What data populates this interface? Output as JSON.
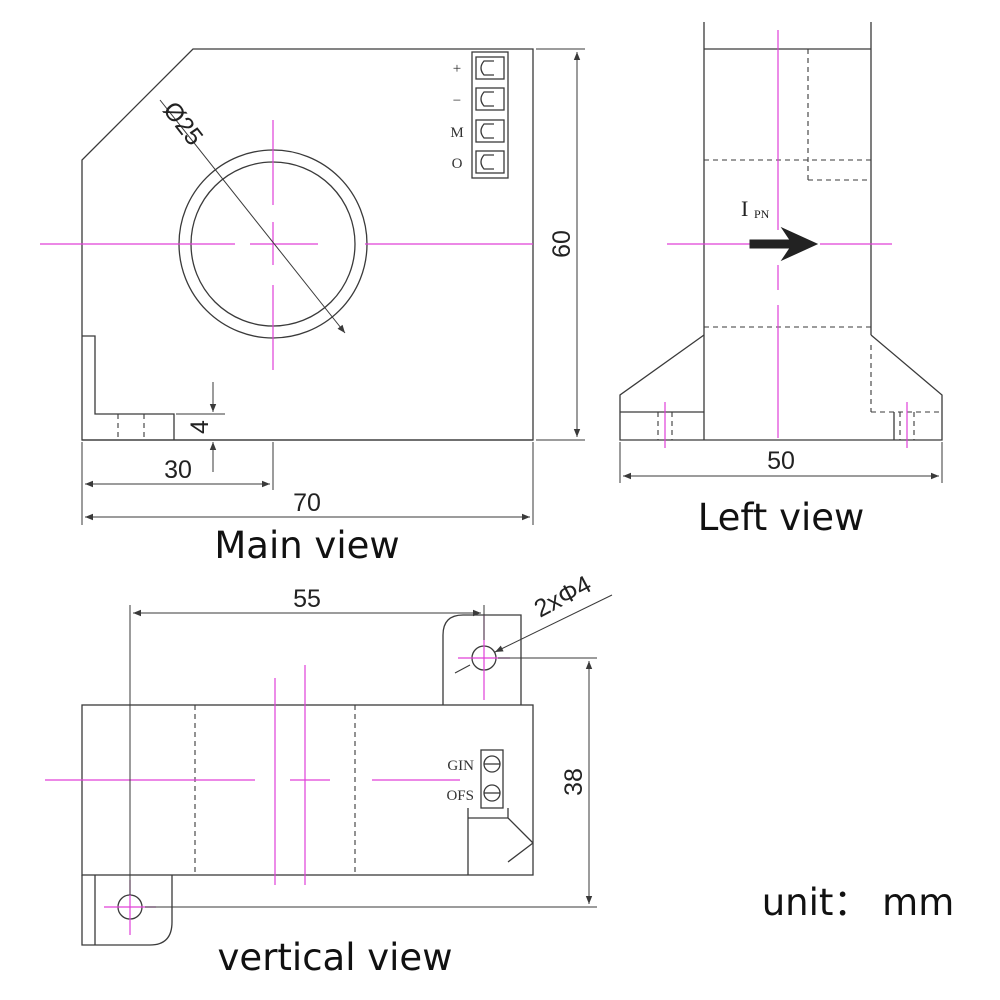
{
  "views": {
    "main": {
      "title": "Main view",
      "dims": {
        "width": "70",
        "height": "60",
        "offset": "30",
        "foot": "4",
        "bore": "Ø25"
      },
      "terminals": [
        "+",
        "−",
        "M",
        "O"
      ]
    },
    "left": {
      "title": "Left view",
      "dims": {
        "width": "50"
      },
      "current_label": "I",
      "current_sub": "PN"
    },
    "vertical": {
      "title": "vertical view",
      "dims": {
        "hole_pitch": "55",
        "depth": "38",
        "holes": "2xΦ4"
      },
      "pots": [
        "GIN",
        "OFS"
      ]
    }
  },
  "unit_label": "unit：  mm",
  "colors": {
    "outline": "#3a3a3a",
    "centerline": "#e040d8",
    "text": "#222222"
  }
}
